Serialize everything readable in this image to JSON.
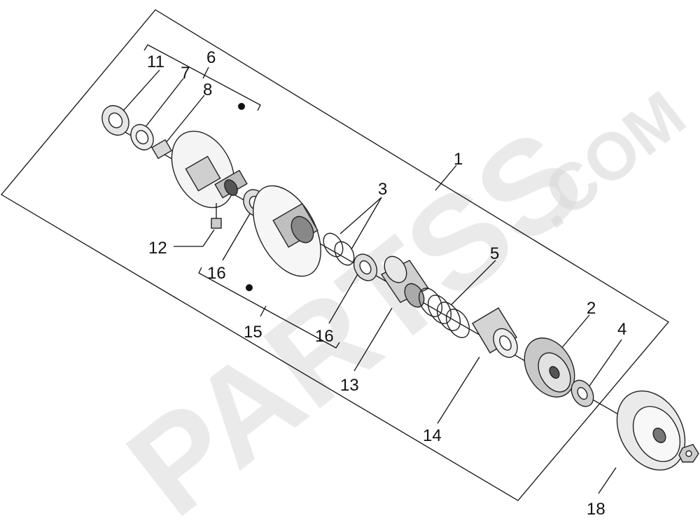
{
  "watermark": {
    "brand": "PARTSS",
    "suffix": ".COM"
  },
  "callouts": [
    {
      "id": "c11",
      "text": "11"
    },
    {
      "id": "c7",
      "text": "7"
    },
    {
      "id": "c6",
      "text": "6"
    },
    {
      "id": "c8",
      "text": "8"
    },
    {
      "id": "c1",
      "text": "1"
    },
    {
      "id": "c3",
      "text": "3"
    },
    {
      "id": "c5",
      "text": "5"
    },
    {
      "id": "c2",
      "text": "2"
    },
    {
      "id": "c4",
      "text": "4"
    },
    {
      "id": "c12",
      "text": "12"
    },
    {
      "id": "c16a",
      "text": "16"
    },
    {
      "id": "c15",
      "text": "15"
    },
    {
      "id": "c16b",
      "text": "16"
    },
    {
      "id": "c13",
      "text": "13"
    },
    {
      "id": "c14",
      "text": "14"
    },
    {
      "id": "c18",
      "text": "18"
    }
  ]
}
